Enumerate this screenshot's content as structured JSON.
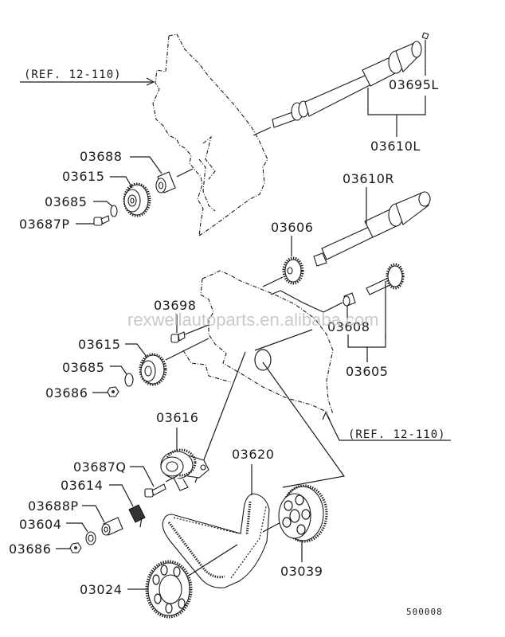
{
  "diagram": {
    "type": "exploded parts diagram",
    "subject": "timing belt / balance shaft assembly",
    "figure_code": "500008",
    "watermark": "rexwellautoparts.en.alibaba.com",
    "references": [
      {
        "id": "ref-upper",
        "text": "(REF. 12-110)"
      },
      {
        "id": "ref-lower",
        "text": "(REF. 12-110)"
      }
    ],
    "parts": [
      {
        "id": "p03695L",
        "label": "03695L"
      },
      {
        "id": "p03610L",
        "label": "03610L"
      },
      {
        "id": "p03688",
        "label": "03688"
      },
      {
        "id": "p03615a",
        "label": "03615"
      },
      {
        "id": "p03685a",
        "label": "03685"
      },
      {
        "id": "p03687P",
        "label": "03687P"
      },
      {
        "id": "p03610R",
        "label": "03610R"
      },
      {
        "id": "p03606",
        "label": "03606"
      },
      {
        "id": "p03698",
        "label": "03698"
      },
      {
        "id": "p03608",
        "label": "03608"
      },
      {
        "id": "p03605",
        "label": "03605"
      },
      {
        "id": "p03615b",
        "label": "03615"
      },
      {
        "id": "p03685b",
        "label": "03685"
      },
      {
        "id": "p03686a",
        "label": "03686"
      },
      {
        "id": "p03616",
        "label": "03616"
      },
      {
        "id": "p03620",
        "label": "03620"
      },
      {
        "id": "p03687Q",
        "label": "03687Q"
      },
      {
        "id": "p03614",
        "label": "03614"
      },
      {
        "id": "p03688P",
        "label": "03688P"
      },
      {
        "id": "p03604",
        "label": "03604"
      },
      {
        "id": "p03686b",
        "label": "03686"
      },
      {
        "id": "p03039",
        "label": "03039"
      },
      {
        "id": "p03024",
        "label": "03024"
      }
    ]
  }
}
